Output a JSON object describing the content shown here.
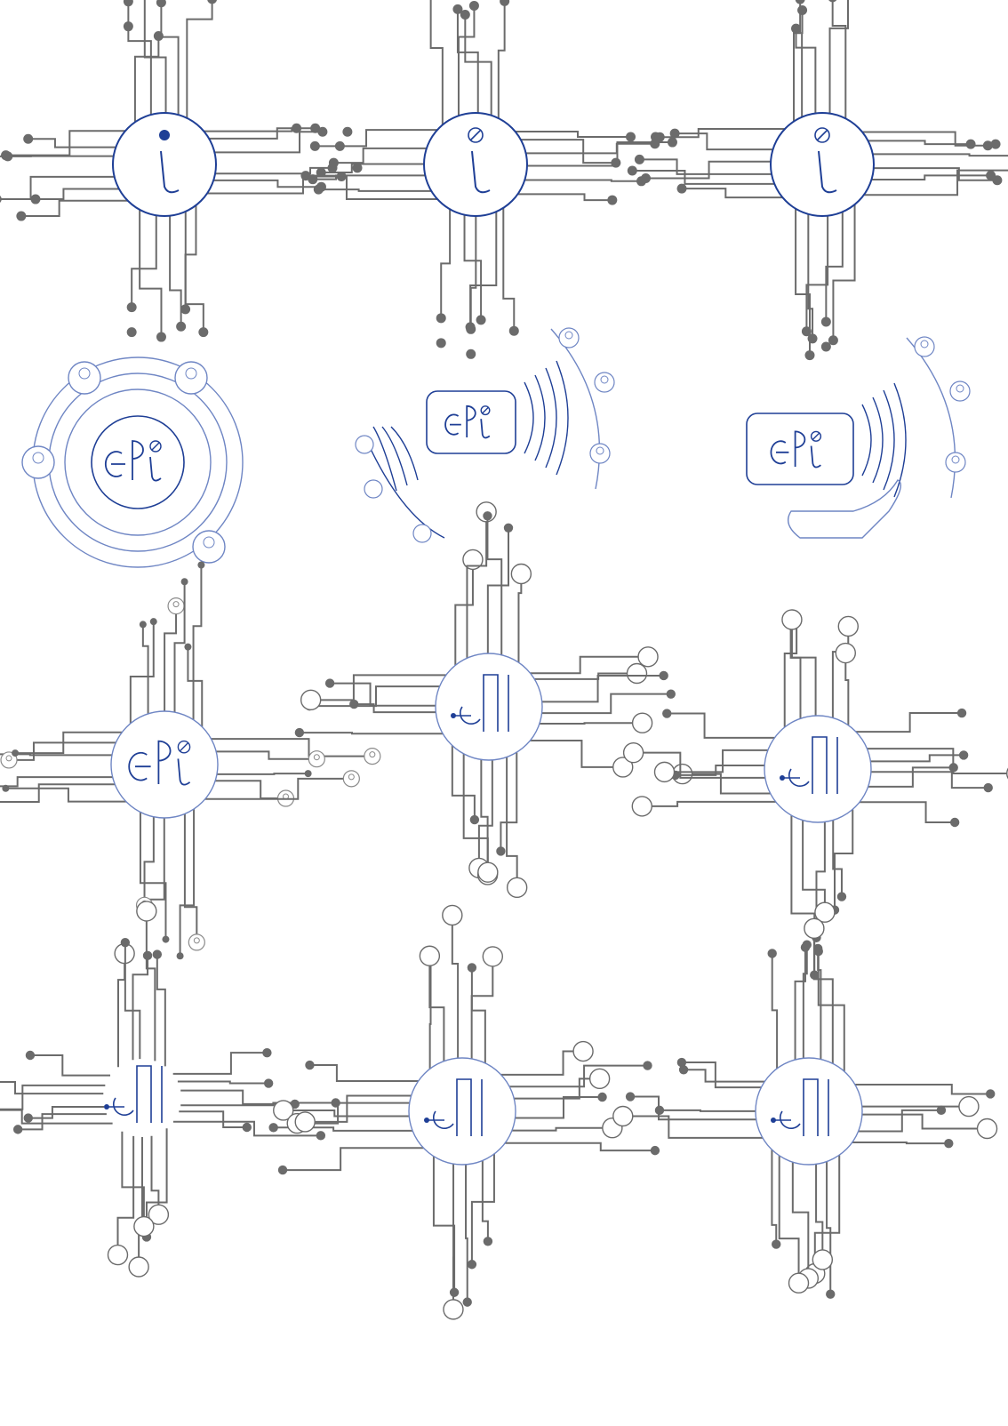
{
  "palette": {
    "background": "#ffffff",
    "trace_gray": "#6b6b6b",
    "trace_light": "#8a8a8a",
    "brand_blue": "#1f3f96",
    "brand_blue_light": "#6f86c4",
    "brand_blue_fill": "#c9d3ee"
  },
  "sheet": {
    "rows": [
      {
        "kind": "circuit-i",
        "variants": [
          {
            "id": "row1-col1",
            "glyph": "i-filled-dot"
          },
          {
            "id": "row1-col2",
            "glyph": "i-slashed-dot"
          },
          {
            "id": "row1-col3",
            "glyph": "i-slashed-dot-hooked"
          }
        ]
      },
      {
        "kind": "epi-people",
        "variants": [
          {
            "id": "row2-col1",
            "wordmark": "ePi",
            "layout": "orbit"
          },
          {
            "id": "row2-col2",
            "wordmark": "ePi",
            "layout": "signal-waves"
          },
          {
            "id": "row2-col3",
            "wordmark": "ePi",
            "layout": "signal-waves-hand"
          }
        ]
      },
      {
        "kind": "circuit-epi",
        "variants": [
          {
            "id": "row3-col1",
            "wordmark": "ePi",
            "endpoints": "people-nodes"
          },
          {
            "id": "row3-col2",
            "wordmark": "ePI",
            "endpoints": "rings"
          },
          {
            "id": "row3-col3",
            "wordmark": "ePI",
            "endpoints": "rings"
          }
        ]
      },
      {
        "kind": "circuit-epi",
        "variants": [
          {
            "id": "row4-col1",
            "wordmark": "ePI",
            "endpoints": "rings-no-circle"
          },
          {
            "id": "row4-col2",
            "wordmark": "ePI",
            "endpoints": "rings"
          },
          {
            "id": "row4-col3",
            "wordmark": "ePI",
            "endpoints": "rings"
          }
        ]
      }
    ]
  }
}
